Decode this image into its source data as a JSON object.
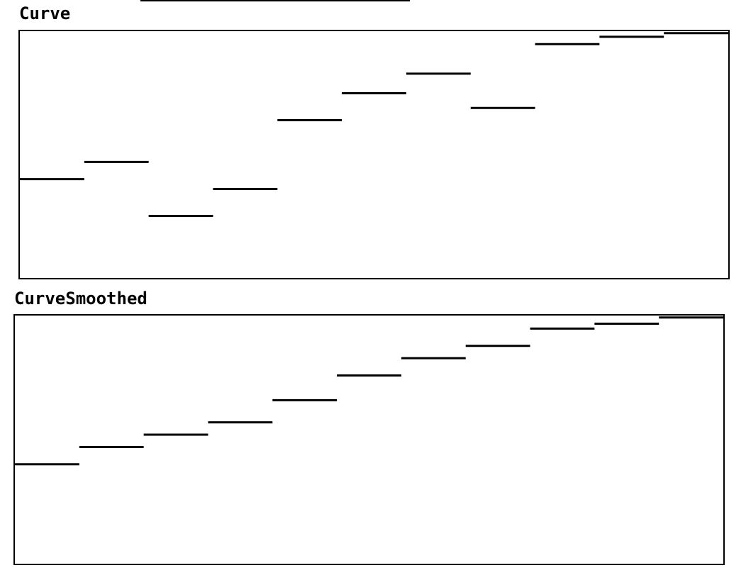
{
  "chart_data": [
    {
      "type": "line",
      "title": "Curve",
      "xlim": [
        0,
        11
      ],
      "ylim": [
        0,
        100
      ],
      "series": [
        {
          "values": [
            40,
            47,
            25,
            36,
            64,
            75,
            83,
            69,
            95,
            98,
            99.5
          ]
        }
      ]
    },
    {
      "type": "line",
      "title": "CurveSmoothed",
      "xlim": [
        0,
        11
      ],
      "ylim": [
        0,
        100
      ],
      "series": [
        {
          "values": [
            40,
            47,
            52,
            57,
            66,
            76,
            83,
            88,
            95,
            97,
            99.5
          ]
        }
      ]
    }
  ]
}
